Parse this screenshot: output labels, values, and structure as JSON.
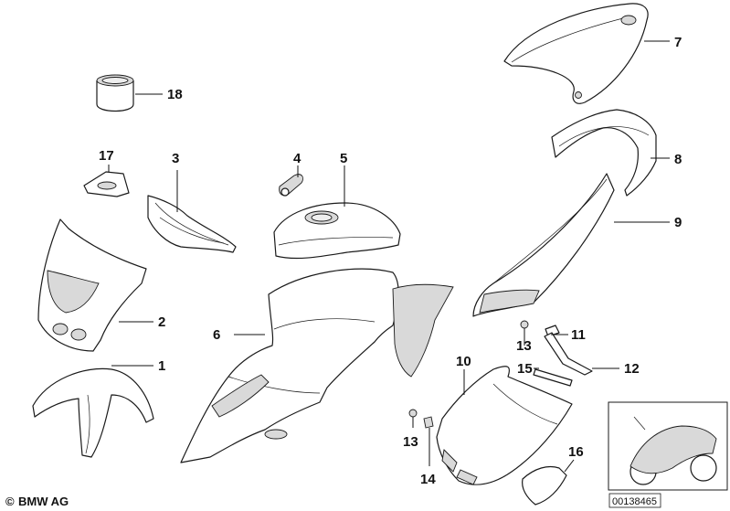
{
  "callouts": {
    "c1": "1",
    "c2": "2",
    "c3": "3",
    "c4": "4",
    "c5": "5",
    "c6": "6",
    "c7": "7",
    "c8": "8",
    "c9": "9",
    "c10": "10",
    "c11": "11",
    "c12": "12",
    "c13a": "13",
    "c13b": "13",
    "c14": "14",
    "c15": "15",
    "c16": "16",
    "c17": "17",
    "c18": "18"
  },
  "footer": {
    "brand": "BMW AG",
    "document_id": "00138465"
  }
}
